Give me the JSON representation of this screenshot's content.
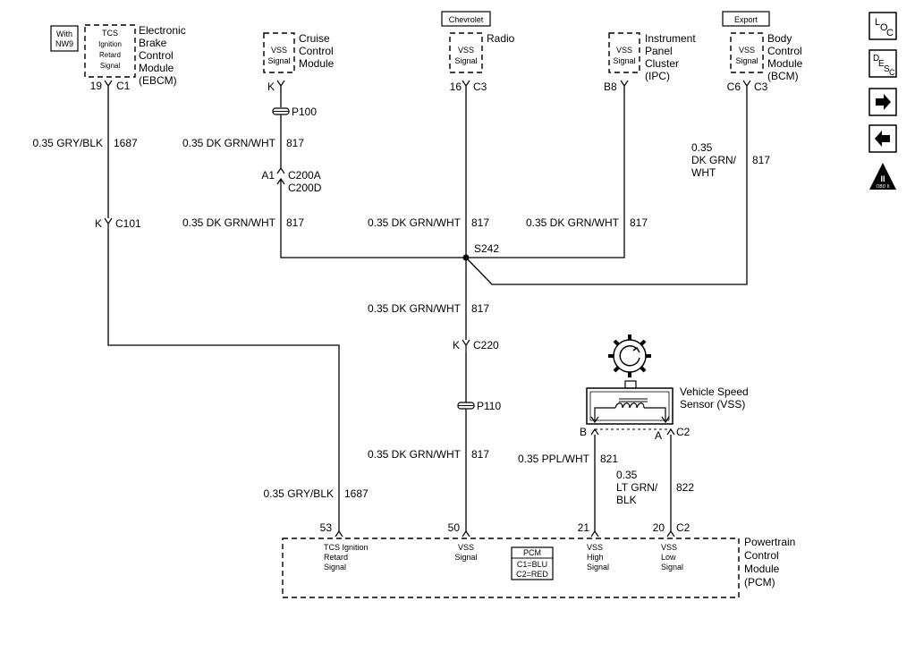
{
  "top_modules": {
    "ebcm": {
      "option_tag": [
        "With",
        "NW9"
      ],
      "box_label": [
        "TCS",
        "Ignition",
        "Retard",
        "Signal"
      ],
      "name": [
        "Electronic",
        "Brake",
        "Control",
        "Module",
        "(EBCM)"
      ],
      "pin": "19",
      "connector": "C1"
    },
    "cruise": {
      "box_label": [
        "VSS",
        "Signal"
      ],
      "name": [
        "Cruise",
        "Control",
        "Module"
      ],
      "pin": "K"
    },
    "radio": {
      "option_tag": "Chevrolet",
      "box_label": [
        "VSS",
        "Signal"
      ],
      "name": "Radio",
      "pin": "16",
      "connector": "C3"
    },
    "ipc": {
      "box_label": [
        "VSS",
        "Signal"
      ],
      "name": [
        "Instrument",
        "Panel",
        "Cluster",
        "(IPC)"
      ],
      "pin": "B8"
    },
    "bcm": {
      "option_tag": "Export",
      "box_label": [
        "VSS",
        "Signal"
      ],
      "name": [
        "Body",
        "Control",
        "Module",
        "(BCM)"
      ],
      "pin": "C6",
      "connector": "C3"
    }
  },
  "wires": {
    "ebcm_upper": {
      "label": "0.35 GRY/BLK",
      "circuit": "1687"
    },
    "cruise_upper": {
      "label": "0.35 DK GRN/WHT",
      "circuit": "817"
    },
    "cruise_lower": {
      "label": "0.35 DK GRN/WHT",
      "circuit": "817"
    },
    "radio": {
      "label": "0.35 DK GRN/WHT",
      "circuit": "817"
    },
    "ipc": {
      "label": "0.35 DK GRN/WHT",
      "circuit": "817"
    },
    "bcm": {
      "label_lines": [
        "0.35",
        "DK GRN/",
        "WHT"
      ],
      "circuit": "817"
    },
    "trunk_upper": {
      "label": "0.35 DK GRN/WHT",
      "circuit": "817"
    },
    "trunk_lower": {
      "label": "0.35 DK GRN/WHT",
      "circuit": "817"
    },
    "ebcm_lower": {
      "label": "0.35 GRY/BLK",
      "circuit": "1687"
    },
    "vss_high": {
      "label": "0.35 PPL/WHT",
      "circuit": "821"
    },
    "vss_low": {
      "label_lines": [
        "0.35",
        "LT GRN/",
        "BLK"
      ],
      "circuit": "822"
    }
  },
  "connectors": {
    "p100": "P100",
    "c200a": "C200A",
    "c200d": "C200D",
    "c200_pin": "A1",
    "c101": "C101",
    "c101_pin": "K",
    "splice": "S242",
    "c220": "C220",
    "c220_pin": "K",
    "p110": "P110"
  },
  "sensor": {
    "name": [
      "Vehicle Speed",
      "Sensor (VSS)"
    ],
    "pin_b": "B",
    "pin_a": "A",
    "connector": "C2"
  },
  "pcm": {
    "name": [
      "Powertrain",
      "Control",
      "Module",
      "(PCM)"
    ],
    "pins": [
      {
        "num": "53",
        "label": [
          "TCS Ignition",
          "Retard",
          "Signal"
        ]
      },
      {
        "num": "50",
        "label": [
          "VSS",
          "Signal"
        ]
      },
      {
        "num": "21",
        "label": [
          "VSS",
          "High",
          "Signal"
        ]
      },
      {
        "num": "20",
        "label": [
          "VSS",
          "Low",
          "Signal"
        ],
        "connector": "C2"
      }
    ],
    "legend": {
      "title": "PCM",
      "lines": [
        "C1=BLU",
        "C2=RED"
      ]
    }
  },
  "side_nav": {
    "loc": {
      "letters": [
        "L",
        "O",
        "C"
      ]
    },
    "desc": {
      "letters": [
        "D",
        "E",
        "S",
        "C"
      ]
    },
    "next_glyph": "➜",
    "prev_glyph": "🡄",
    "obd": {
      "top": "II",
      "bottom": "OBD II"
    }
  }
}
